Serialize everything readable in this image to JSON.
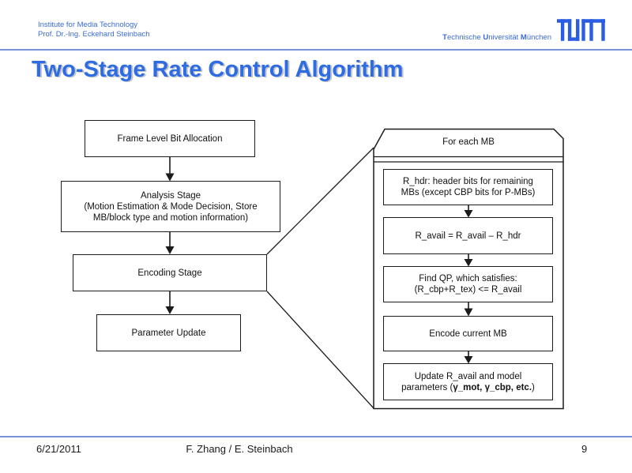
{
  "header": {
    "line1": "Institute for Media Technology",
    "line2": "Prof. Dr.-Ing. Eckehard Steinbach",
    "uni_t": "T",
    "uni_rest1": "echnische ",
    "uni_u": "U",
    "uni_rest2": "niversität ",
    "uni_m": "M",
    "uni_rest3": "ünchen",
    "logo_name": "tum-logo"
  },
  "title": "Two-Stage Rate Control Algorithm",
  "left_flow": {
    "frame_alloc": "Frame Level Bit Allocation",
    "analysis_l1": "Analysis Stage",
    "analysis_l2": "(Motion Estimation & Mode Decision, Store",
    "analysis_l3": "MB/block type and motion information)",
    "encoding": "Encoding Stage",
    "param_update": "Parameter Update"
  },
  "mb_panel": {
    "header": "For each MB",
    "step1_l1": "R_hdr: header bits for remaining",
    "step1_l2": "MBs (except CBP bits for P-MBs)",
    "step2": "R_avail = R_avail – R_hdr",
    "step3_l1": "Find QP, which satisfies:",
    "step3_l2": "(R_cbp+R_tex) <= R_avail",
    "step4": "Encode current MB",
    "step5_l1": "Update R_avail and model",
    "step5_l2a": "parameters (",
    "step5_l2b": "γ_mot, γ_cbp, etc.",
    "step5_l2c": ")"
  },
  "footer": {
    "date": "6/21/2011",
    "authors": "F. Zhang / E. Steinbach",
    "page": "9"
  },
  "colors": {
    "accent_blue": "#2d6ce2",
    "header_blue": "#3a6bd6",
    "line_blue": "#4a6fc8",
    "logo_blue": "#2b5de2"
  }
}
